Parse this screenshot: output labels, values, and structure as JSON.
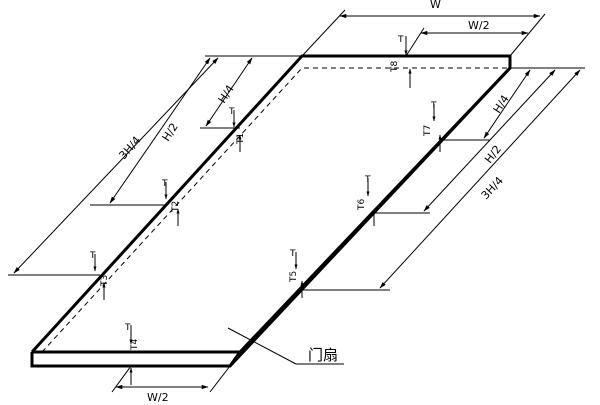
{
  "dimensions": {
    "width_label": "W",
    "half_width_label": "W/2",
    "half_width_bottom_label": "W/2",
    "left_quarter_label": "H/4",
    "left_half_label": "H/2",
    "left_three_quarter_label": "3H/4",
    "right_quarter_label": "H/4",
    "right_half_label": "H/2",
    "right_three_quarter_label": "3H/4"
  },
  "measurements": {
    "thickness_label": "T",
    "t1": "T1",
    "t2": "T2",
    "t3": "T3",
    "t4": "T4",
    "t5": "T5",
    "t6": "T6",
    "t7": "T7",
    "t8": "T8"
  },
  "callout": {
    "part_name": "门扇"
  }
}
